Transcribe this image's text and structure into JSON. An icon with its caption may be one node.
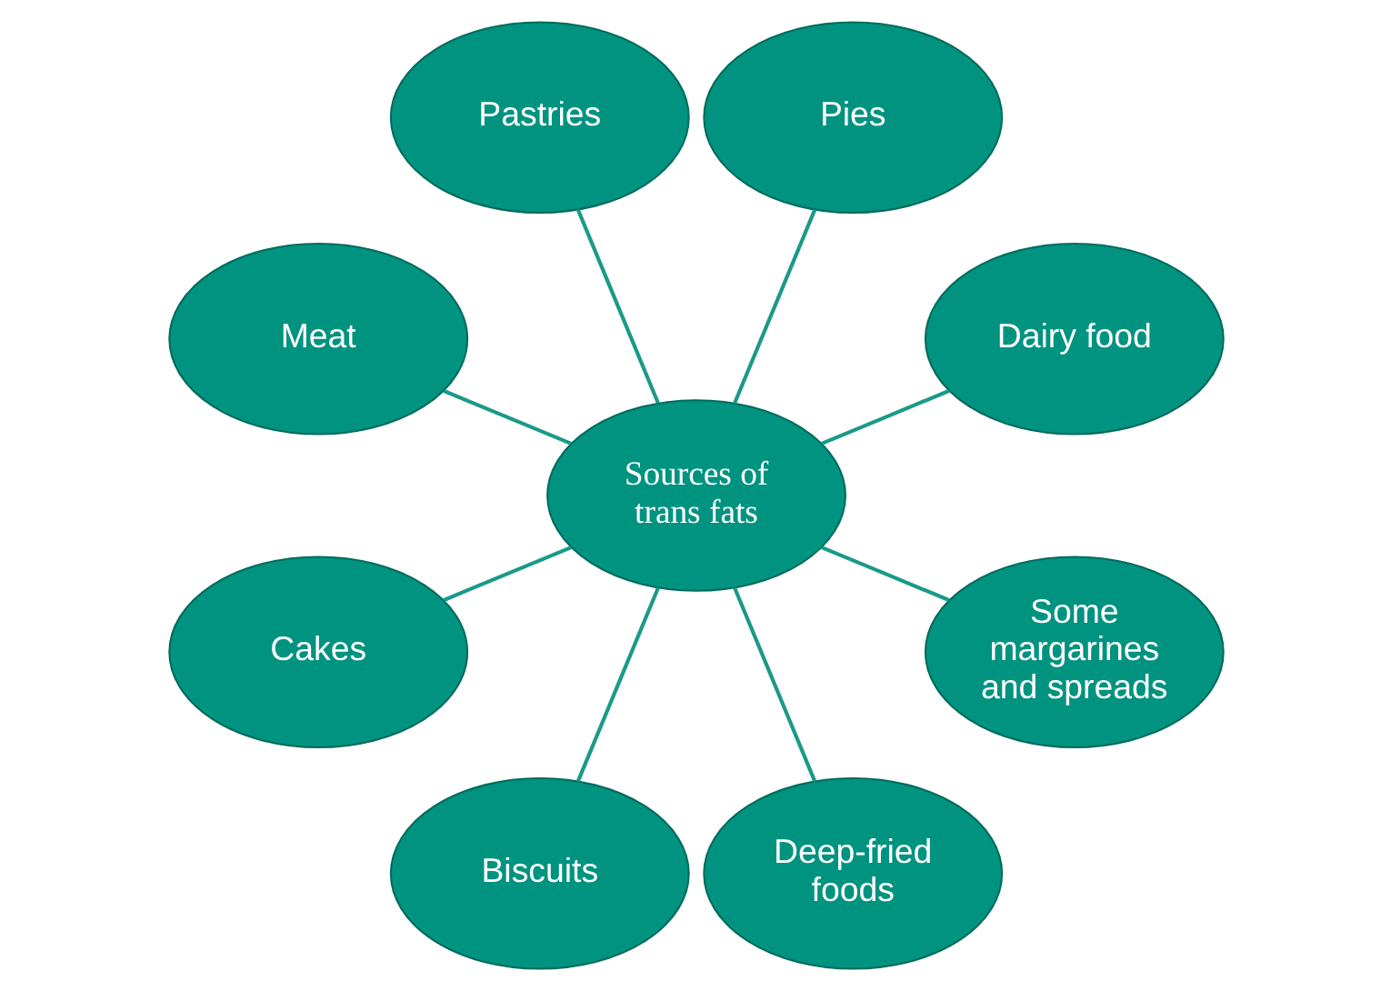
{
  "diagram": {
    "nodes": [
      {
        "text": [
          "Sources of trans fats"
        ]
      },
      {
        "text": [
          "Dairy food"
        ]
      },
      {
        "text": [
          "Pies"
        ]
      },
      {
        "text": [
          "Pastries"
        ]
      },
      {
        "text": [
          "Meat"
        ]
      },
      {
        "text": [
          "Cakes"
        ]
      },
      {
        "text": [
          "Biscuits"
        ]
      },
      {
        "text": [
          "Deep-fried foods"
        ]
      },
      {
        "text": [
          "Some margarines and spreads"
        ]
      }
    ],
    "edges": [
      {
        "from": 0,
        "to": 1,
        "arrow": "none"
      },
      {
        "from": 0,
        "to": 2,
        "arrow": "none"
      },
      {
        "from": 0,
        "to": 3,
        "arrow": "none"
      },
      {
        "from": 0,
        "to": 4,
        "arrow": "none"
      },
      {
        "from": 0,
        "to": 5,
        "arrow": "none"
      },
      {
        "from": 0,
        "to": 6,
        "arrow": "none"
      },
      {
        "from": 0,
        "to": 7,
        "arrow": "none"
      },
      {
        "from": 0,
        "to": 8,
        "arrow": "none"
      }
    ]
  }
}
